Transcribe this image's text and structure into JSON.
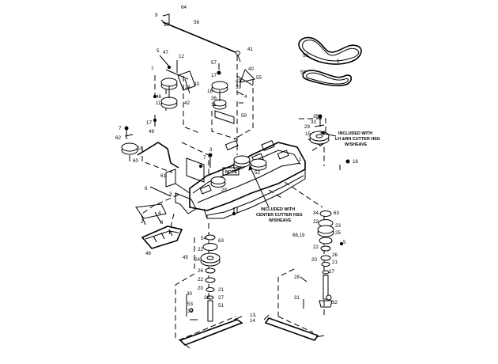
{
  "diagram": {
    "callouts": {
      "c64": "64",
      "c9": "9",
      "c10": "10",
      "c56": "56",
      "c41": "41",
      "c5a": "5",
      "c47": "47",
      "c12a": "12",
      "c7a": "7",
      "c24": "24",
      "c43": "43",
      "c46": "46",
      "c11": "11",
      "c42a": "42",
      "c17a": "17",
      "c49": "49",
      "c17b": "17",
      "c57": "57",
      "c17c": "17",
      "c40": "40",
      "c42b": "42",
      "c55": "55",
      "c39": "39",
      "c18a": "18",
      "c36": "36",
      "c4a": "4",
      "c11b": "11",
      "c59": "59",
      "c58": "58",
      "c1a": "1",
      "c50": "50",
      "c35": "35",
      "c33": "33",
      "c29a": "29",
      "c15": "15",
      "c7b": "7",
      "c62": "62",
      "c18b": "18",
      "c60": "60",
      "c16": "16",
      "c1b": "1",
      "c3a": "3",
      "c7c": "7",
      "c61": "61",
      "c29b": "29",
      "c52": "52",
      "c6": "6",
      "c3b": "3",
      "c4b": "4",
      "c8": "8",
      "c2": "2",
      "c48": "48",
      "c34": "34",
      "c63a": "63",
      "c22a": "22",
      "c23a": "23",
      "c66a": "66,19",
      "c25a": "25",
      "c22b": "22",
      "c20a": "20",
      "c5b": "5",
      "c26a": "26",
      "c21a": "21",
      "c27a": "27",
      "c28a": "28",
      "c31a": "31",
      "c32a": "32",
      "c54": "54",
      "c63b": "63",
      "c22c": "22",
      "c45": "45",
      "c24b": "24",
      "c26b": "26",
      "c22d": "22",
      "c20b": "20",
      "c21b": "21",
      "c27b": "27",
      "c30": "30",
      "c53": "53",
      "c51": "51",
      "c28b": "28",
      "c32b": "32",
      "c13": "13,",
      "c14": "14"
    },
    "notes": {
      "note_box": "NOTE",
      "lh_rh_line1": "INCLUDED WITH",
      "lh_rh_line2": "LH &RH CUTTER HSG",
      "lh_rh_line3": "W/SHEAVE",
      "center_line1": "INCLUDED WITH",
      "center_line2": "CENTER CUTTER HSG",
      "center_line3": "W/SHEAVE"
    }
  }
}
